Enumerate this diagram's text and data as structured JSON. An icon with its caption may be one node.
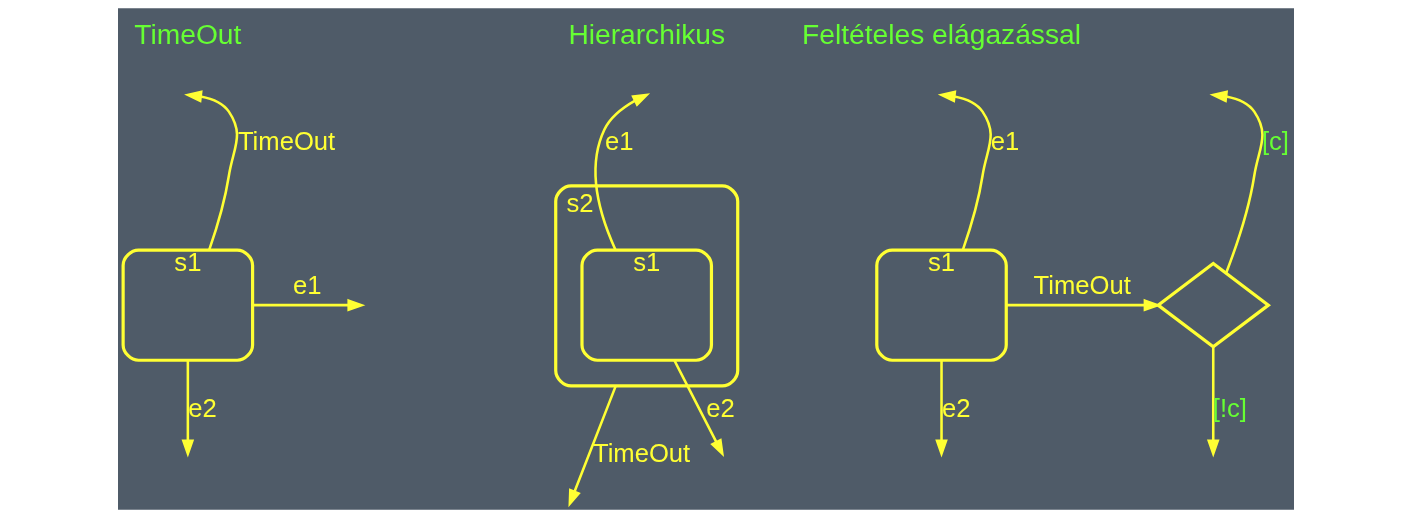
{
  "diagram": {
    "nodes": [
      {
        "text": [
          "s1"
        ]
      },
      {
        "text": [
          "s2"
        ]
      },
      {
        "text": [
          "s1"
        ],
        "in": 1
      },
      {
        "text": [
          "s1"
        ]
      },
      {
        "text": [],
        "shape": "diamond"
      }
    ],
    "edges": [
      {
        "from": 0,
        "to": null,
        "arrow": "to",
        "label": "TimeOut"
      },
      {
        "from": 0,
        "to": null,
        "arrow": "to",
        "label": "e1"
      },
      {
        "from": 0,
        "to": null,
        "arrow": "to",
        "label": "e2"
      },
      {
        "from": 2,
        "to": null,
        "arrow": "to",
        "label": "e1"
      },
      {
        "from": 1,
        "to": null,
        "arrow": "to",
        "label": "TimeOut"
      },
      {
        "from": 2,
        "to": null,
        "arrow": "to",
        "label": "e2"
      },
      {
        "from": 3,
        "to": null,
        "arrow": "to",
        "label": "e1"
      },
      {
        "from": 3,
        "to": 4,
        "arrow": "to",
        "label": "TimeOut"
      },
      {
        "from": 3,
        "to": null,
        "arrow": "to",
        "label": "e2"
      },
      {
        "from": 4,
        "to": null,
        "arrow": "to",
        "label": "[c]"
      },
      {
        "from": 4,
        "to": null,
        "arrow": "to",
        "label": "[!c]"
      }
    ],
    "labels": [
      "TimeOut",
      "Hierarchikus",
      "Feltételes elágazással"
    ]
  }
}
